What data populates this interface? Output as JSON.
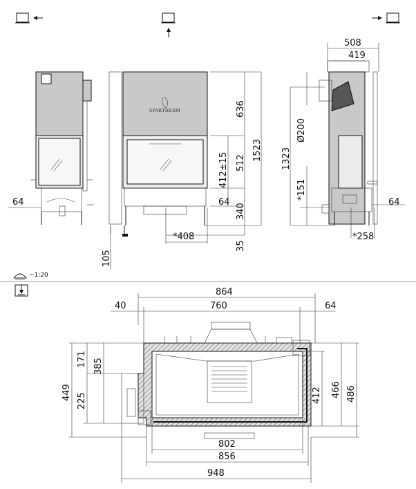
{
  "front_view": {
    "dim_side_offset": "64",
    "dim_plinth": "105"
  },
  "side_view": {
    "dim_636": "636",
    "dim_512": "512",
    "dim_1523": "1523",
    "dim_412_15": "412±15",
    "dim_340": "340",
    "dim_35": "35",
    "dim_408": "*408",
    "dim_64": "64",
    "brand_label": "SPARTHERM"
  },
  "right_view": {
    "dim_508": "508",
    "dim_419": "419",
    "dim_1323": "1323",
    "dim_d200": "Ø200",
    "dim_151": "*151",
    "dim_64": "64",
    "dim_258": "*258"
  },
  "scale": {
    "label": "~1:20"
  },
  "plan_view": {
    "dim_864": "864",
    "dim_760": "760",
    "dim_40": "40",
    "dim_64": "64",
    "dim_449": "449",
    "dim_385": "385",
    "dim_171": "171",
    "dim_225": "225",
    "dim_412": "412",
    "dim_466": "466",
    "dim_486": "486",
    "dim_802": "802",
    "dim_856": "856",
    "dim_948": "948"
  },
  "icons": [
    "monitor-left-arrow-icon",
    "monitor-up-arrow-icon",
    "monitor-right-arrow-icon",
    "scale-ruler-icon",
    "plan-view-icon"
  ]
}
